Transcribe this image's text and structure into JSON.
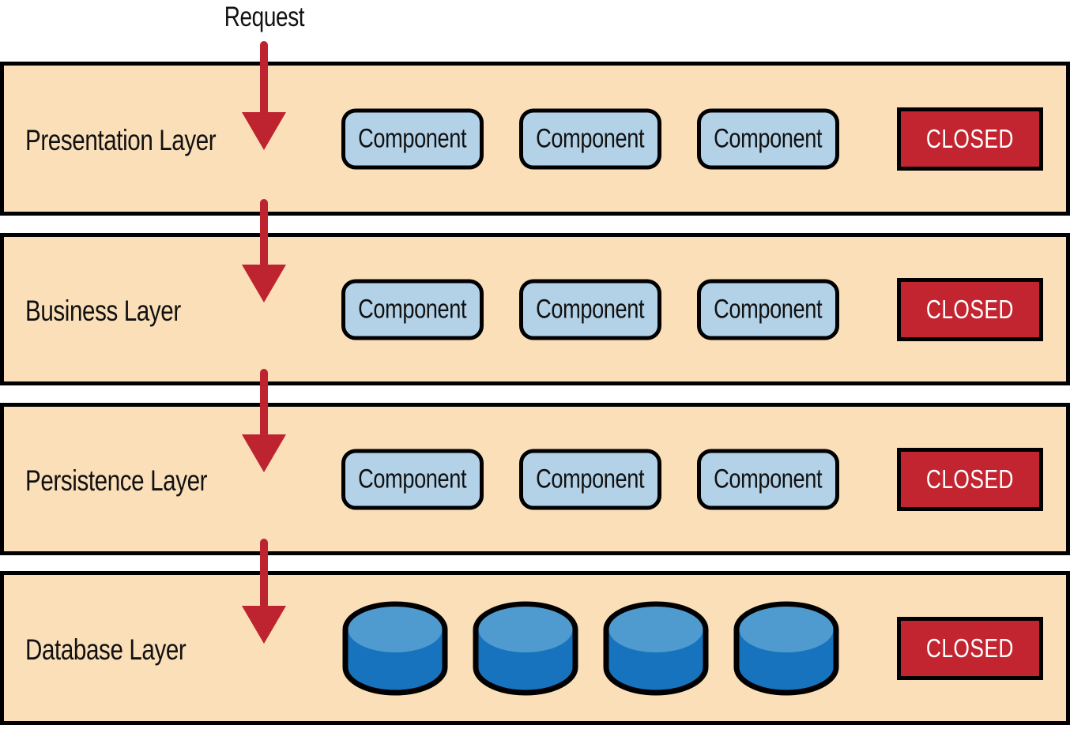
{
  "request_label": "Request",
  "layers": [
    {
      "name": "Presentation Layer",
      "components": [
        "Component",
        "Component",
        "Component"
      ],
      "status": "CLOSED"
    },
    {
      "name": "Business Layer",
      "components": [
        "Component",
        "Component",
        "Component"
      ],
      "status": "CLOSED"
    },
    {
      "name": "Persistence Layer",
      "components": [
        "Component",
        "Component",
        "Component"
      ],
      "status": "CLOSED"
    },
    {
      "name": "Database Layer",
      "database_icons": [
        "database-icon",
        "database-icon",
        "database-icon",
        "database-icon"
      ],
      "status": "CLOSED"
    }
  ],
  "colors": {
    "layer_bg": "#FADFB9",
    "component_bg": "#B3D2E8",
    "closed_bg": "#C22530",
    "arrow": "#BE2430",
    "db_top": "#4F9ACF",
    "db_body": "#1873BE",
    "border": "#000000"
  }
}
